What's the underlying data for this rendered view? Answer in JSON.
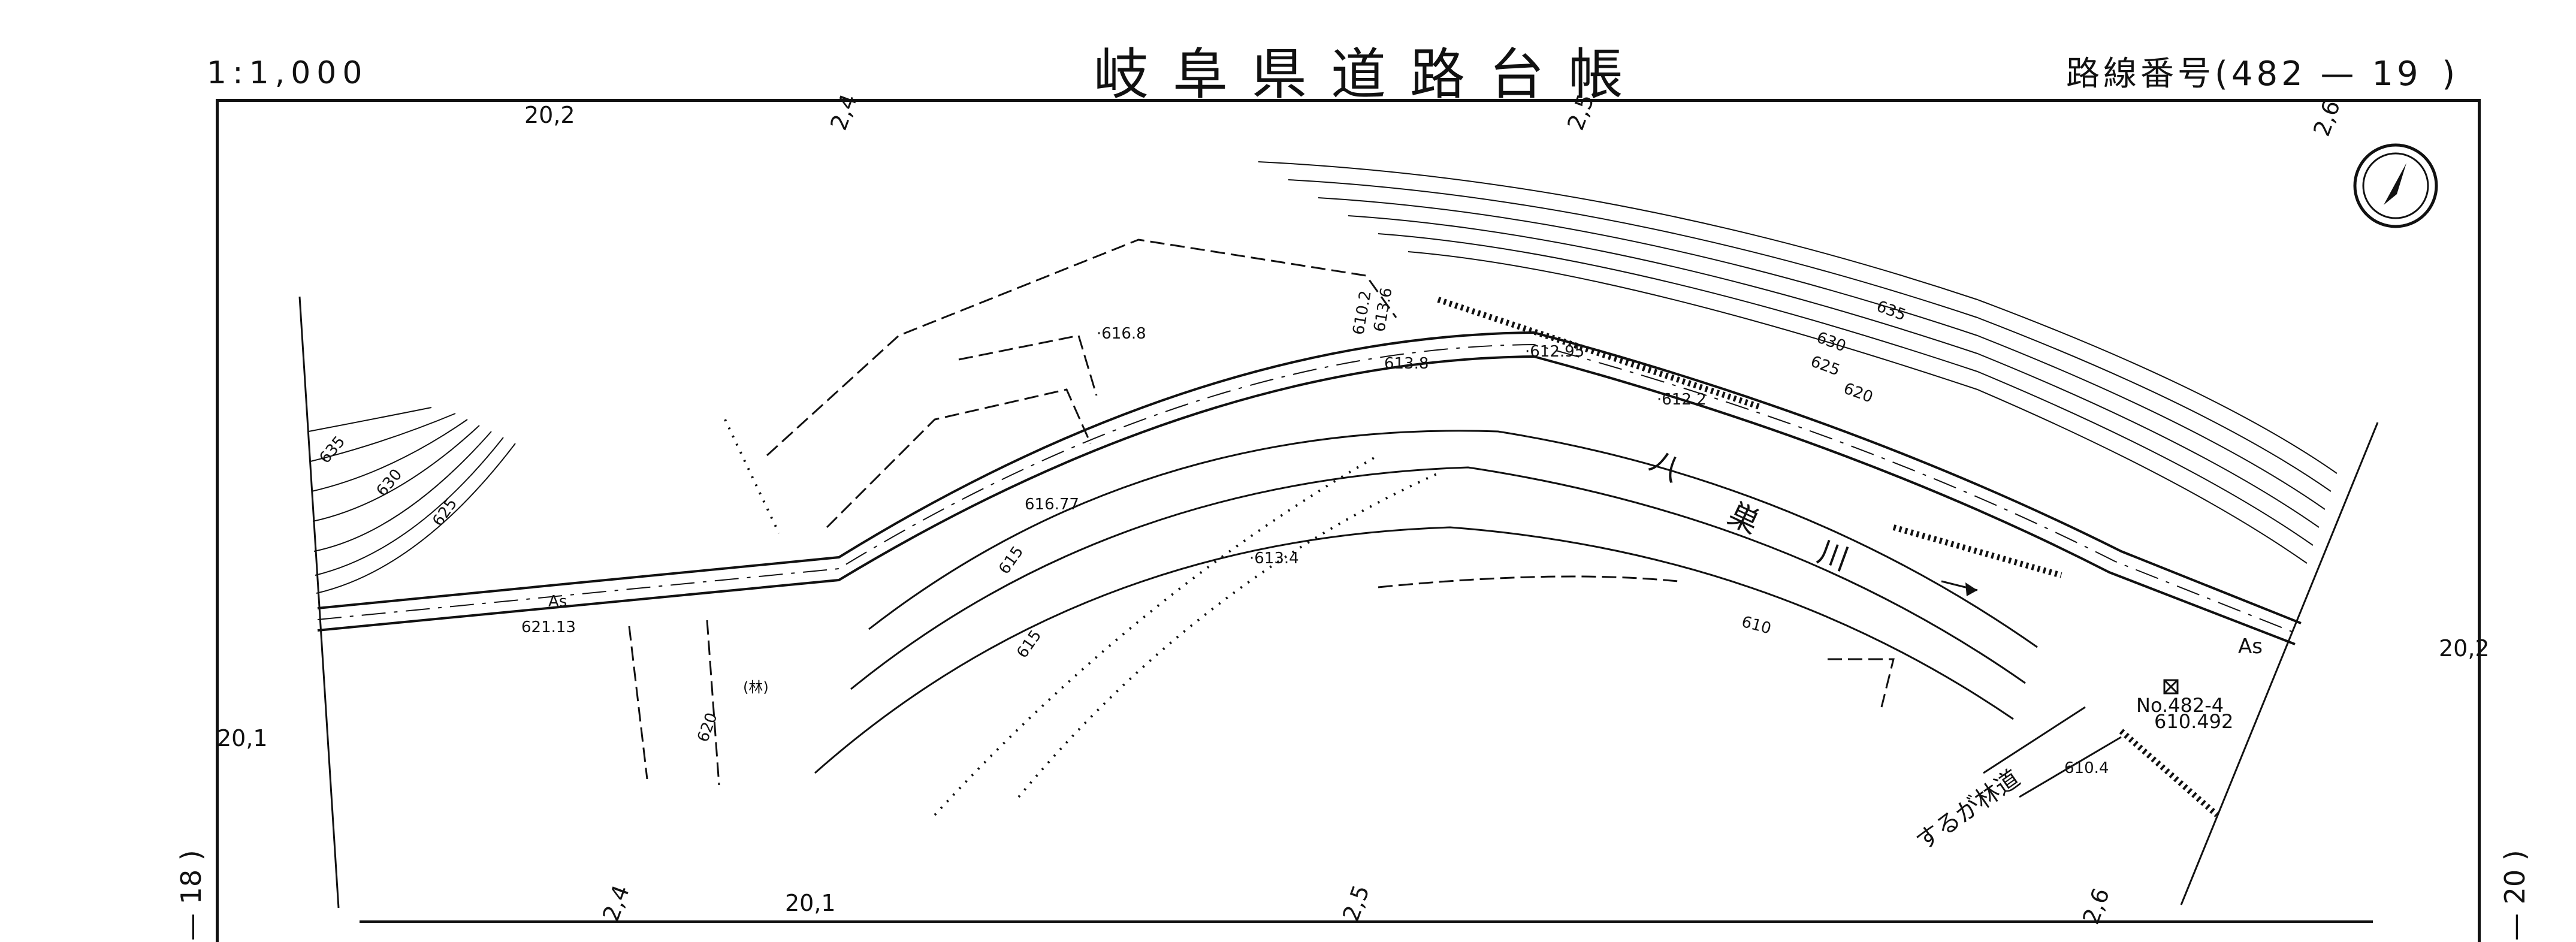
{
  "header": {
    "scale": "1:1,000",
    "title": "岐阜県道路台帳",
    "route_prefix": "路線番号(",
    "route_number": "482 — 19",
    "route_suffix": ")"
  },
  "sheet_refs": {
    "left": "— 18 )",
    "right": "— 20 )"
  },
  "grid_labels": {
    "top_20_2": "20,2",
    "top_2_4": "2,4",
    "top_2_5": "2,5",
    "top_2_6": "2,6",
    "right_20_2": "20,2",
    "left_20_1": "20,1",
    "bottom_2_4": "2,4",
    "bottom_20_1": "20,1",
    "bottom_2_5": "2,5",
    "bottom_2_6": "2,6"
  },
  "contours": {
    "c635_left": "635",
    "c630_left": "630",
    "c625_left": "625",
    "c620_left": "620",
    "c635_right": "635",
    "c630_right": "630",
    "c625_right": "625",
    "c620_right": "620",
    "c615": "615",
    "c615b": "615",
    "c610": "610"
  },
  "elevations": {
    "e616_8": "·616.8",
    "e616_77": "616.77",
    "e613_4": "·613.4",
    "e613_8": "613.8",
    "e612_95": "·612.95",
    "e612_2": "·612.2",
    "e621_13": "621.13",
    "e610_4": "610.4",
    "e610_492": "610.492",
    "e610_2": "610.2",
    "e613_6": "613.6"
  },
  "annotations": {
    "river_chars": [
      "八",
      "巣",
      "川"
    ],
    "road_name": "するが林道",
    "benchmark": "No.482-4",
    "surface_as_left": "As",
    "surface_as_right": "As",
    "forest": "(林)"
  },
  "north_arrow": "north-arrow"
}
